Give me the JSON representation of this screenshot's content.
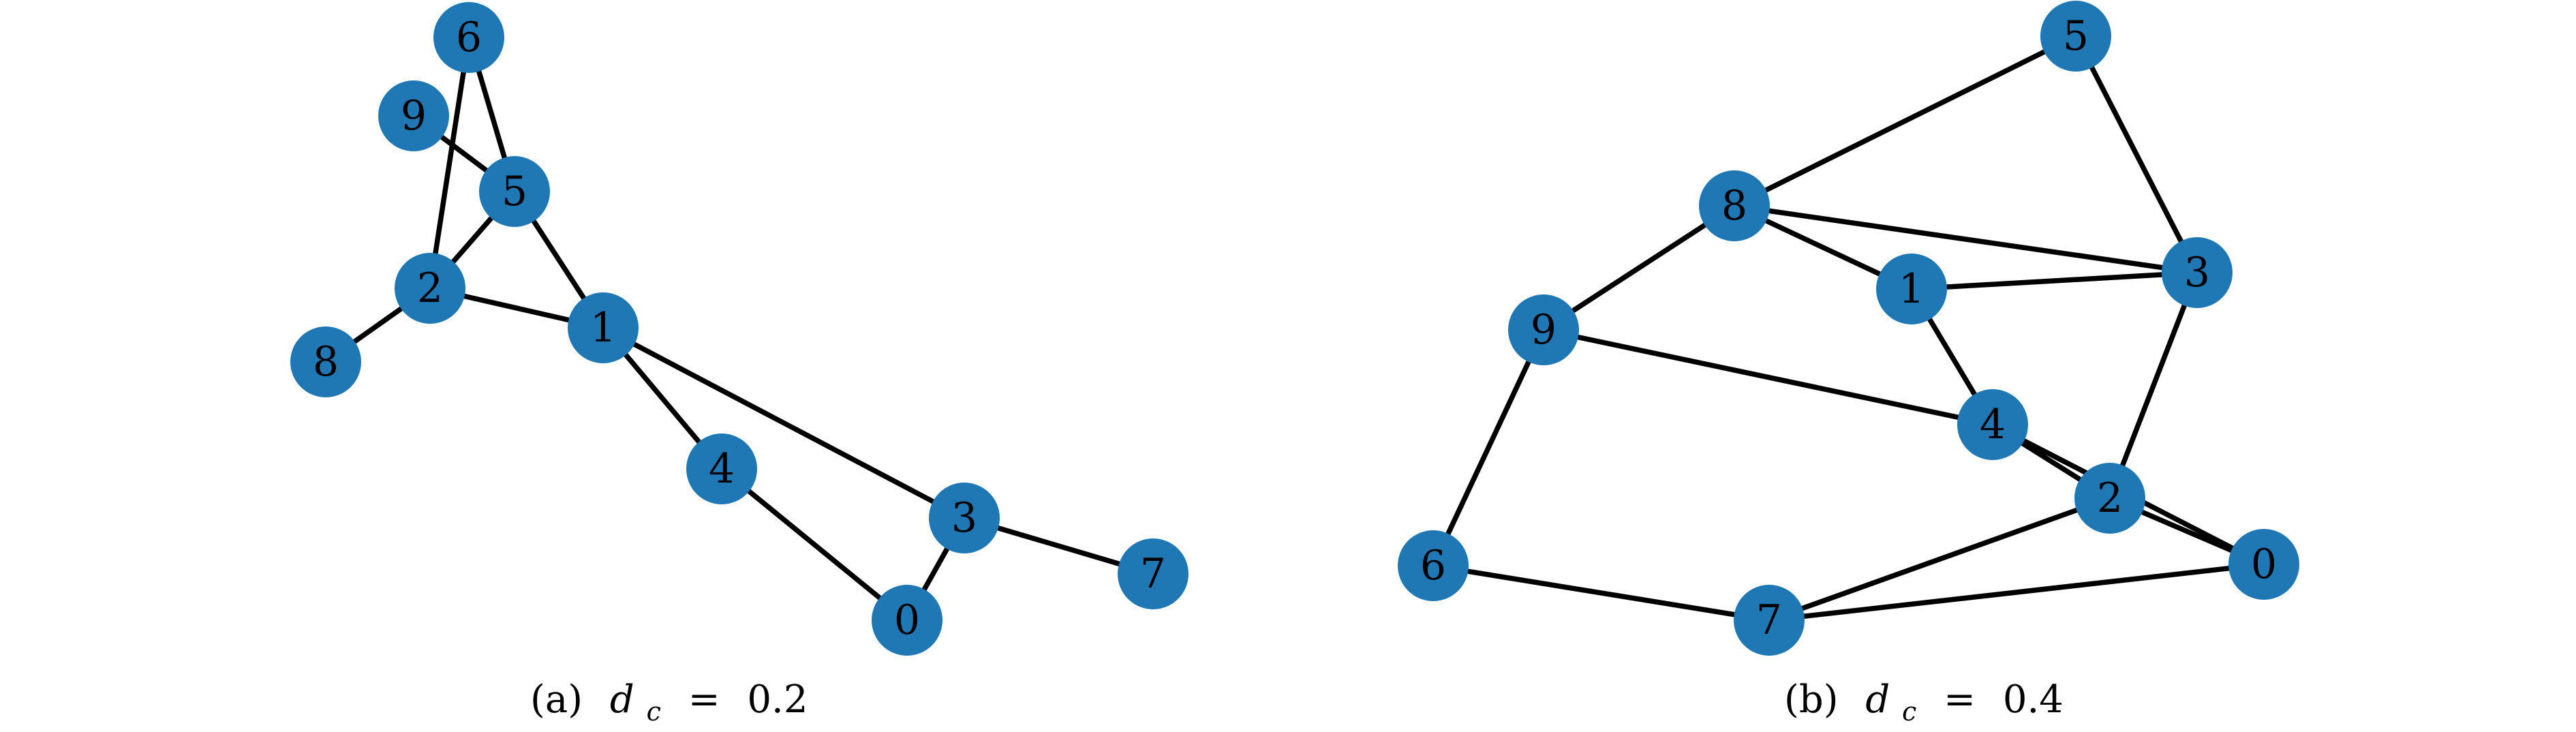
{
  "colors": {
    "node_fill": "#1f77b4",
    "edge": "#000000",
    "label": "#000000",
    "background": "#ffffff"
  },
  "panels": [
    {
      "id": "a",
      "caption": {
        "prefix": "(a)",
        "symbol": "d",
        "subscript": "c",
        "relation": "=",
        "value": "0.2"
      },
      "nodes": [
        "6",
        "9",
        "5",
        "2",
        "8",
        "1",
        "4",
        "3",
        "7",
        "0"
      ],
      "edges": [
        [
          "6",
          "5"
        ],
        [
          "6",
          "2"
        ],
        [
          "9",
          "5"
        ],
        [
          "5",
          "2"
        ],
        [
          "5",
          "1"
        ],
        [
          "2",
          "8"
        ],
        [
          "2",
          "1"
        ],
        [
          "1",
          "4"
        ],
        [
          "1",
          "3"
        ],
        [
          "4",
          "0"
        ],
        [
          "3",
          "0"
        ],
        [
          "3",
          "7"
        ]
      ]
    },
    {
      "id": "b",
      "caption": {
        "prefix": "(b)",
        "symbol": "d",
        "subscript": "c",
        "relation": "=",
        "value": "0.4"
      },
      "nodes": [
        "5",
        "8",
        "3",
        "1",
        "9",
        "4",
        "2",
        "0",
        "6",
        "7"
      ],
      "edges": [
        [
          "5",
          "8"
        ],
        [
          "5",
          "3"
        ],
        [
          "8",
          "3"
        ],
        [
          "8",
          "1"
        ],
        [
          "8",
          "9"
        ],
        [
          "1",
          "3"
        ],
        [
          "1",
          "4"
        ],
        [
          "9",
          "4"
        ],
        [
          "9",
          "6"
        ],
        [
          "3",
          "2"
        ],
        [
          "4",
          "2"
        ],
        [
          "4",
          "0"
        ],
        [
          "2",
          "0"
        ],
        [
          "2",
          "7"
        ],
        [
          "6",
          "7"
        ],
        [
          "7",
          "0"
        ]
      ]
    }
  ]
}
